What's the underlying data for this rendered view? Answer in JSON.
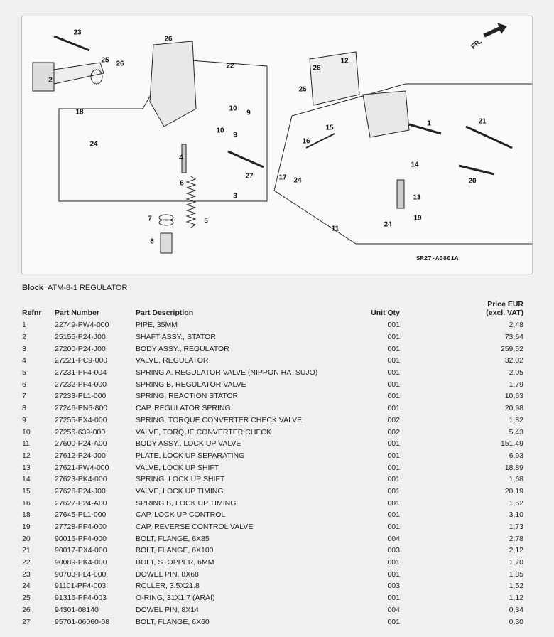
{
  "diagram": {
    "code": "SR27-A0801A",
    "direction": "FR.",
    "callouts": [
      "23",
      "2",
      "25",
      "26",
      "26",
      "22",
      "18",
      "24",
      "10",
      "9",
      "10",
      "9",
      "4",
      "6",
      "27",
      "3",
      "7",
      "5",
      "8",
      "12",
      "26",
      "26",
      "1",
      "21",
      "15",
      "16",
      "17",
      "24",
      "14",
      "20",
      "13",
      "19",
      "24",
      "11"
    ]
  },
  "block": {
    "label": "Block",
    "value": "ATM-8-1 REGULATOR"
  },
  "table": {
    "headers": {
      "refnr": "Refnr",
      "part_number": "Part Number",
      "description": "Part Description",
      "qty": "Unit Qty",
      "price_line1": "Price EUR",
      "price_line2": "(excl. VAT)"
    },
    "rows": [
      [
        "1",
        "22749-PW4-000",
        "PIPE, 35MM",
        "001",
        "2,48"
      ],
      [
        "2",
        "25155-P24-J00",
        "SHAFT ASSY., STATOR",
        "001",
        "73,64"
      ],
      [
        "3",
        "27200-P24-J00",
        "BODY ASSY., REGULATOR",
        "001",
        "259,52"
      ],
      [
        "4",
        "27221-PC9-000",
        "VALVE, REGULATOR",
        "001",
        "32,02"
      ],
      [
        "5",
        "27231-PF4-004",
        "SPRING A, REGULATOR VALVE (NIPPON HATSUJO)",
        "001",
        "2,05"
      ],
      [
        "6",
        "27232-PF4-000",
        "SPRING B, REGULATOR VALVE",
        "001",
        "1,79"
      ],
      [
        "7",
        "27233-PL1-000",
        "SPRING, REACTION STATOR",
        "001",
        "10,63"
      ],
      [
        "8",
        "27246-PN6-800",
        "CAP, REGULATOR SPRING",
        "001",
        "20,98"
      ],
      [
        "9",
        "27255-PX4-000",
        "SPRING, TORQUE CONVERTER CHECK VALVE",
        "002",
        "1,82"
      ],
      [
        "10",
        "27256-639-000",
        "VALVE, TORQUE CONVERTER CHECK",
        "002",
        "5,43"
      ],
      [
        "11",
        "27600-P24-A00",
        "BODY ASSY., LOCK UP VALVE",
        "001",
        "151,49"
      ],
      [
        "12",
        "27612-P24-J00",
        "PLATE, LOCK UP SEPARATING",
        "001",
        "6,93"
      ],
      [
        "13",
        "27621-PW4-000",
        "VALVE, LOCK UP SHIFT",
        "001",
        "18,89"
      ],
      [
        "14",
        "27623-PK4-000",
        "SPRING, LOCK UP SHIFT",
        "001",
        "1,68"
      ],
      [
        "15",
        "27626-P24-J00",
        "VALVE, LOCK UP TIMING",
        "001",
        "20,19"
      ],
      [
        "16",
        "27627-P24-A00",
        "SPRING B, LOCK UP TIMING",
        "001",
        "1,52"
      ],
      [
        "18",
        "27645-PL1-000",
        "CAP, LOCK UP CONTROL",
        "001",
        "3,10"
      ],
      [
        "19",
        "27728-PF4-000",
        "CAP, REVERSE CONTROL VALVE",
        "001",
        "1,73"
      ],
      [
        "20",
        "90016-PF4-000",
        "BOLT, FLANGE, 6X85",
        "004",
        "2,78"
      ],
      [
        "21",
        "90017-PX4-000",
        "BOLT, FLANGE, 6X100",
        "003",
        "2,12"
      ],
      [
        "22",
        "90089-PK4-000",
        "BOLT, STOPPER, 6MM",
        "001",
        "1,70"
      ],
      [
        "23",
        "90703-PL4-000",
        "DOWEL PIN, 8X68",
        "001",
        "1,85"
      ],
      [
        "24",
        "91101-PF4-003",
        "ROLLER, 3.5X21.8",
        "003",
        "1,52"
      ],
      [
        "25",
        "91316-PF4-003",
        "O-RING, 31X1.7 (ARAI)",
        "001",
        "1,12"
      ],
      [
        "26",
        "94301-08140",
        "DOWEL PIN, 8X14",
        "004",
        "0,34"
      ],
      [
        "27",
        "95701-06060-08",
        "BOLT, FLANGE, 6X60",
        "001",
        "0,30"
      ]
    ]
  }
}
